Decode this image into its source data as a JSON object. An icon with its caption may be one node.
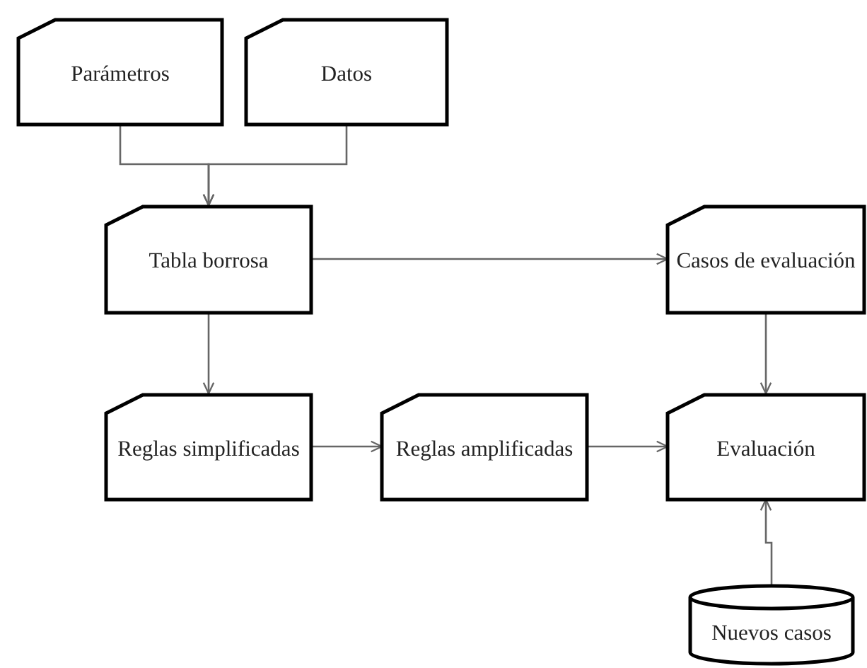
{
  "diagram": {
    "nodes": [
      {
        "text": [
          "Parámetros"
        ]
      },
      {
        "text": [
          "Datos"
        ]
      },
      {
        "text": [
          "Tabla borrosa"
        ]
      },
      {
        "text": [
          "Casos de evaluación"
        ]
      },
      {
        "text": [
          "Reglas simplificadas"
        ]
      },
      {
        "text": [
          "Reglas amplificadas"
        ]
      },
      {
        "text": [
          "Evaluación"
        ]
      },
      {
        "text": [
          "Nuevos casos"
        ]
      }
    ],
    "edges": [
      {
        "from": 0,
        "to": 2,
        "arrow": "to"
      },
      {
        "from": 1,
        "to": 2,
        "arrow": "to"
      },
      {
        "from": 2,
        "to": 3,
        "arrow": "to"
      },
      {
        "from": 2,
        "to": 4,
        "arrow": "to"
      },
      {
        "from": 4,
        "to": 5,
        "arrow": "to"
      },
      {
        "from": 5,
        "to": 6,
        "arrow": "to"
      },
      {
        "from": 3,
        "to": 6,
        "arrow": "to"
      },
      {
        "from": 7,
        "to": 6,
        "arrow": "to"
      }
    ]
  }
}
